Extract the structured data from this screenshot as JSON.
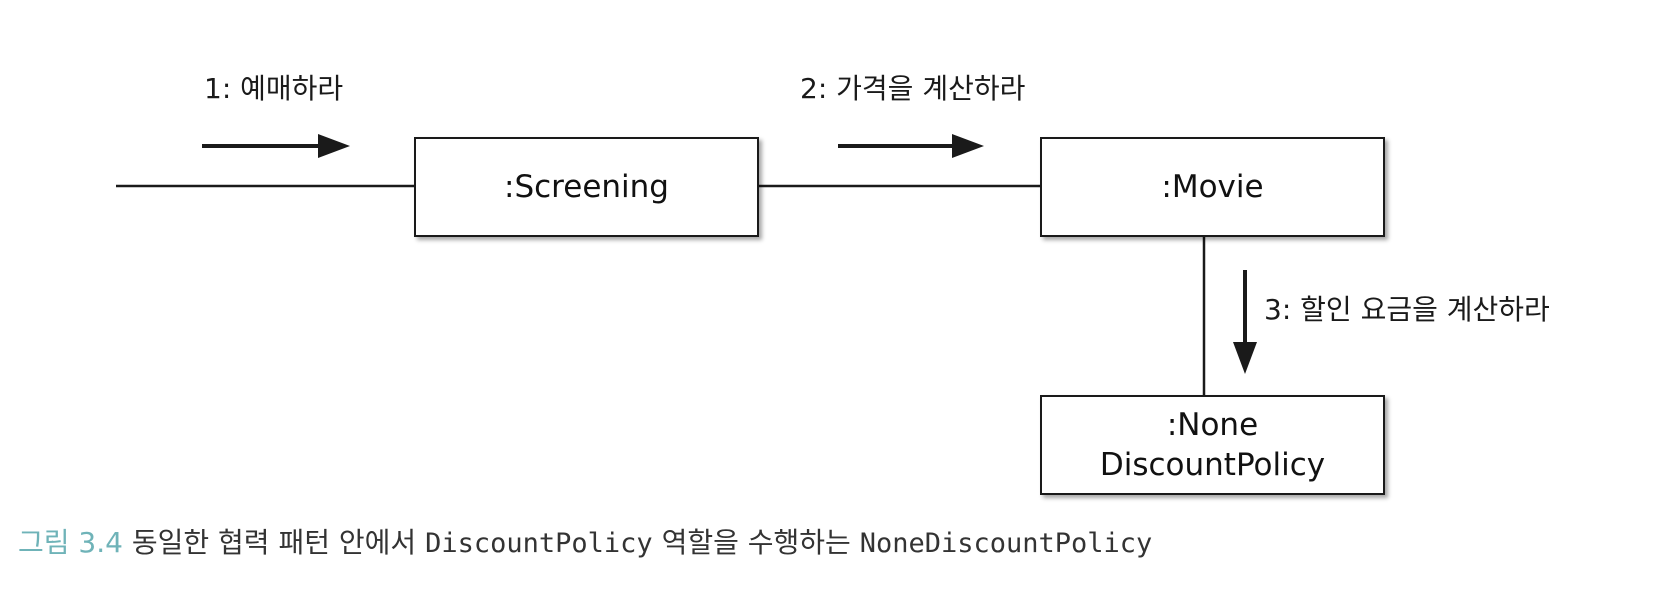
{
  "diagram": {
    "objects": {
      "screening": ":Screening",
      "movie": ":Movie",
      "none_discount_policy_line1": ":None",
      "none_discount_policy_line2": "DiscountPolicy"
    },
    "messages": {
      "m1": "1: 예매하라",
      "m2": "2: 가격을 계산하라",
      "m3": "3: 할인 요금을 계산하라"
    }
  },
  "caption": {
    "figure_number": "그림 3.4",
    "text_part1": "동일한 협력 패턴 안에서",
    "code_part1": "DiscountPolicy",
    "text_part2": "역할을 수행하는",
    "code_part2": "NoneDiscountPolicy"
  },
  "colors": {
    "line": "#1a1a1a",
    "caption_accent": "#6fb3b8",
    "caption_text": "#333333"
  }
}
